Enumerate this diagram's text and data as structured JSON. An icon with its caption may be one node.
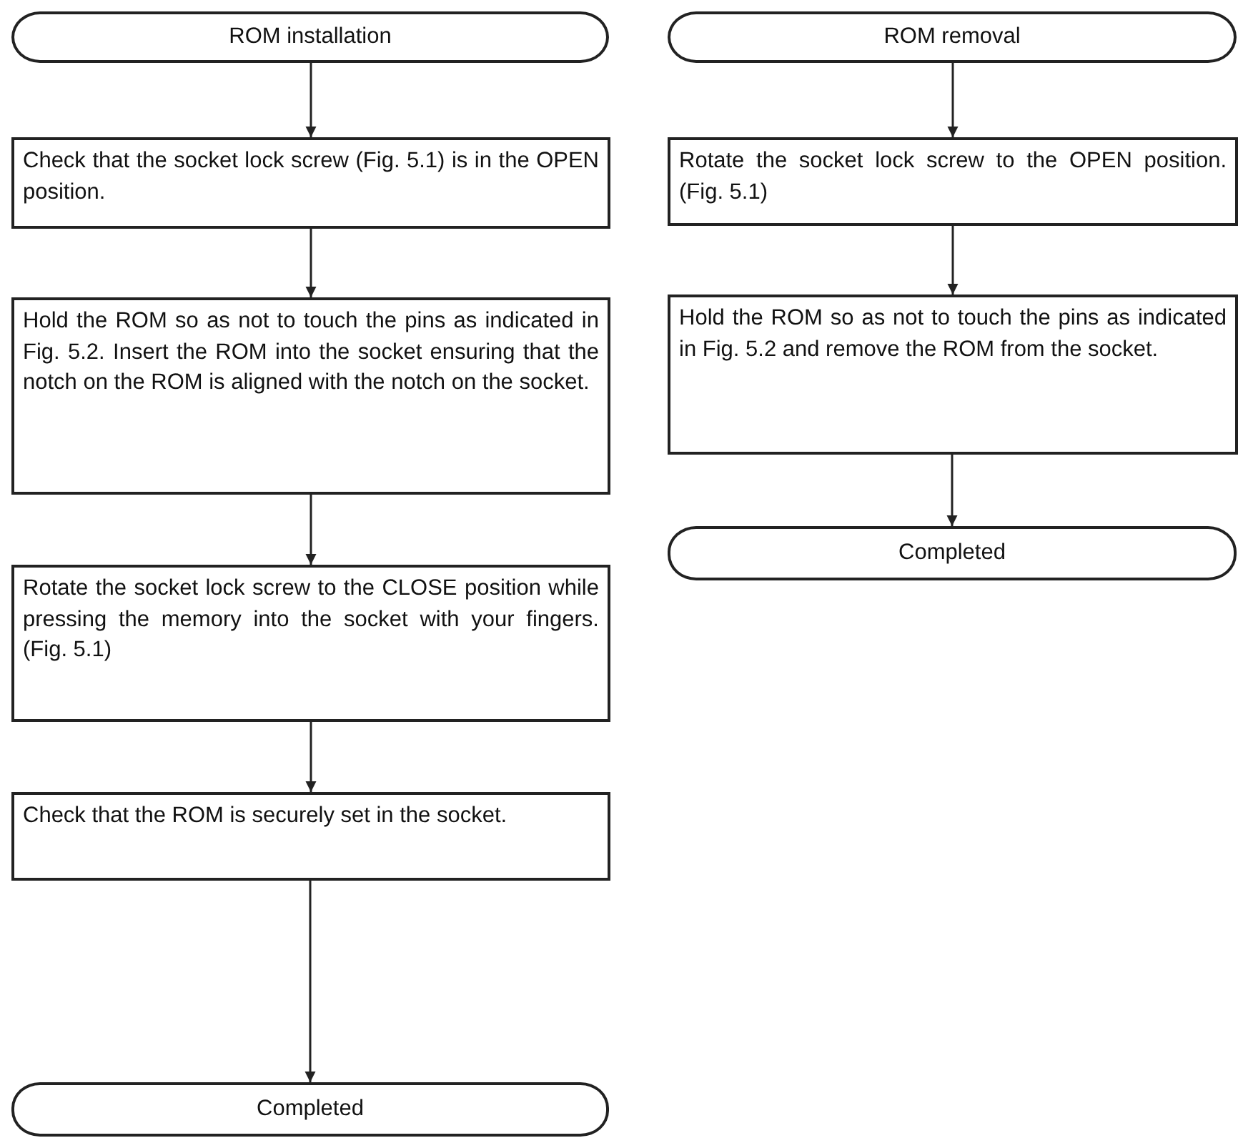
{
  "diagram": {
    "nodes": [
      {
        "text": [
          "ROM installation"
        ]
      },
      {
        "text": [
          "Check that the socket lock screw (Fig. 5.1) is in the OPEN position."
        ]
      },
      {
        "text": [
          "Hold the ROM so as not to touch the pins as indicated in Fig. 5.2. Insert the ROM into the socket ensuring that the notch on the ROM is aligned with the notch on the socket."
        ]
      },
      {
        "text": [
          "Rotate the socket lock screw to the CLOSE position while pressing the memory into the socket with your fingers. (Fig. 5.1)"
        ]
      },
      {
        "text": [
          "Check that the ROM is securely set in the socket."
        ]
      },
      {
        "text": [
          "Completed"
        ]
      },
      {
        "text": [
          "ROM removal"
        ]
      },
      {
        "text": [
          "Rotate the socket lock screw to the OPEN position. (Fig. 5.1)"
        ]
      },
      {
        "text": [
          "Hold the ROM so as not to touch the pins as indicated in Fig. 5.2 and remove the ROM from the socket."
        ]
      },
      {
        "text": [
          "Completed"
        ]
      }
    ],
    "edges": [
      {
        "from": 0,
        "to": 1,
        "arrow": "to"
      },
      {
        "from": 1,
        "to": 2,
        "arrow": "to"
      },
      {
        "from": 2,
        "to": 3,
        "arrow": "to"
      },
      {
        "from": 3,
        "to": 4,
        "arrow": "to"
      },
      {
        "from": 4,
        "to": 5,
        "arrow": "to"
      },
      {
        "from": 6,
        "to": 7,
        "arrow": "to"
      },
      {
        "from": 7,
        "to": 8,
        "arrow": "to"
      },
      {
        "from": 8,
        "to": 9,
        "arrow": "to"
      }
    ]
  }
}
